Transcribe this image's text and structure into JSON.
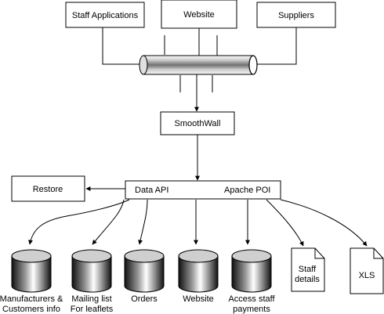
{
  "sources": {
    "staff_applications": "Staff Applications",
    "website": "Website",
    "suppliers": "Suppliers"
  },
  "firewall": "SmoothWall",
  "restore": "Restore",
  "api": {
    "data_api": "Data API",
    "apache_poi": "Apache POI"
  },
  "databases": [
    {
      "line1": "Manufacturers &",
      "line2": "Customers info"
    },
    {
      "line1": "Mailing list",
      "line2": "For leaflets"
    },
    {
      "line1": "Orders",
      "line2": ""
    },
    {
      "line1": "Website",
      "line2": ""
    },
    {
      "line1": "Access staff",
      "line2": "payments"
    }
  ],
  "documents": [
    {
      "line1": "Staff",
      "line2": "details"
    },
    {
      "line1": "XLS",
      "line2": ""
    }
  ]
}
